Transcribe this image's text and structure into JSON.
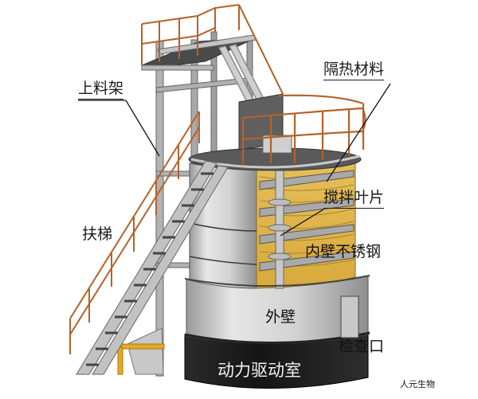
{
  "diagram": {
    "subject": "vertical fermentation tank (composting reactor) cutaway",
    "colors": {
      "steel_frame": "#b8b8b8",
      "steel_dark": "#6a6a6a",
      "handrail": "#b5622a",
      "insulation": "#e2b64a",
      "outer_wall": "#d6d6d6",
      "drive_room": "#1c1c1c",
      "hopper_support": "#e8a823"
    },
    "labels": {
      "feed_frame": "上料架",
      "insulation": "隔热材料",
      "mixing_blade": "搅拌叶片",
      "stair": "扶梯",
      "inner_wall_stainless": "内壁不锈钢",
      "outer_wall": "外壁",
      "inspection_port": "检查口",
      "drive_room": "动力驱动室"
    },
    "watermark": "人元生物"
  }
}
